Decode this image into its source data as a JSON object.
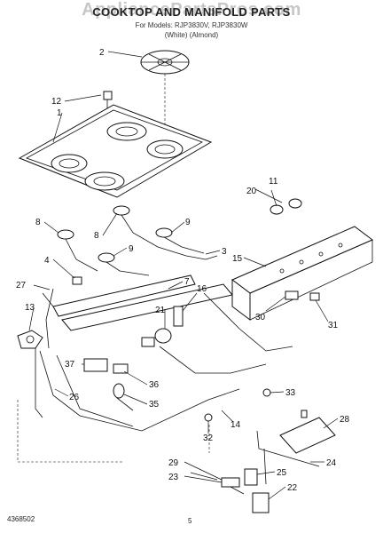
{
  "header": {
    "title": "COOKTOP AND MANIFOLD PARTS",
    "watermark": "AppliancePartsPros.com",
    "models": "For Models: RJP3830V, RJP3830W",
    "colors": "(White)      (Almond)"
  },
  "footer": {
    "doc_number": "4368502",
    "page_number": "5"
  },
  "callouts": [
    {
      "id": "1",
      "label": "1"
    },
    {
      "id": "2",
      "label": "2"
    },
    {
      "id": "3",
      "label": "3"
    },
    {
      "id": "4",
      "label": "4"
    },
    {
      "id": "7",
      "label": "7"
    },
    {
      "id": "8a",
      "label": "8"
    },
    {
      "id": "8b",
      "label": "8"
    },
    {
      "id": "9a",
      "label": "9"
    },
    {
      "id": "9b",
      "label": "9"
    },
    {
      "id": "11",
      "label": "11"
    },
    {
      "id": "12",
      "label": "12"
    },
    {
      "id": "13",
      "label": "13"
    },
    {
      "id": "14",
      "label": "14"
    },
    {
      "id": "15",
      "label": "15"
    },
    {
      "id": "16",
      "label": "16"
    },
    {
      "id": "20",
      "label": "20"
    },
    {
      "id": "21",
      "label": "21"
    },
    {
      "id": "22",
      "label": "22"
    },
    {
      "id": "23",
      "label": "23"
    },
    {
      "id": "24",
      "label": "24"
    },
    {
      "id": "25",
      "label": "25"
    },
    {
      "id": "26",
      "label": "26"
    },
    {
      "id": "27",
      "label": "27"
    },
    {
      "id": "28",
      "label": "28"
    },
    {
      "id": "29",
      "label": "29"
    },
    {
      "id": "30",
      "label": "30"
    },
    {
      "id": "31",
      "label": "31"
    },
    {
      "id": "32",
      "label": "32"
    },
    {
      "id": "33",
      "label": "33"
    },
    {
      "id": "35",
      "label": "35"
    },
    {
      "id": "36",
      "label": "36"
    },
    {
      "id": "37",
      "label": "37"
    }
  ]
}
